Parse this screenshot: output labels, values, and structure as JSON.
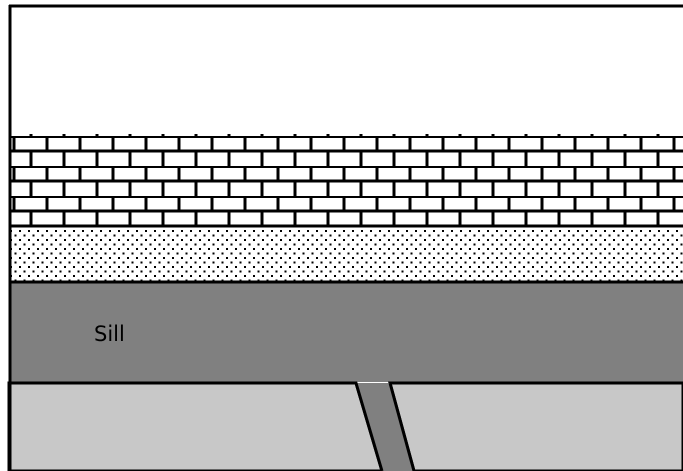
{
  "labels": {
    "sill": "Sill"
  },
  "colors": {
    "background": "#ffffff",
    "outline": "#000000",
    "sill_fill": "#808080",
    "dike_fill": "#808080",
    "country_rock_fill": "#c8c8c8",
    "sandstone_dots": "#000000"
  },
  "layers": [
    {
      "id": "surface",
      "pattern": "blank"
    },
    {
      "id": "limestone",
      "pattern": "brick"
    },
    {
      "id": "sandstone",
      "pattern": "dotted"
    },
    {
      "id": "sill",
      "pattern": "solid-dark-gray"
    },
    {
      "id": "country-rock",
      "pattern": "solid-light-gray"
    }
  ]
}
